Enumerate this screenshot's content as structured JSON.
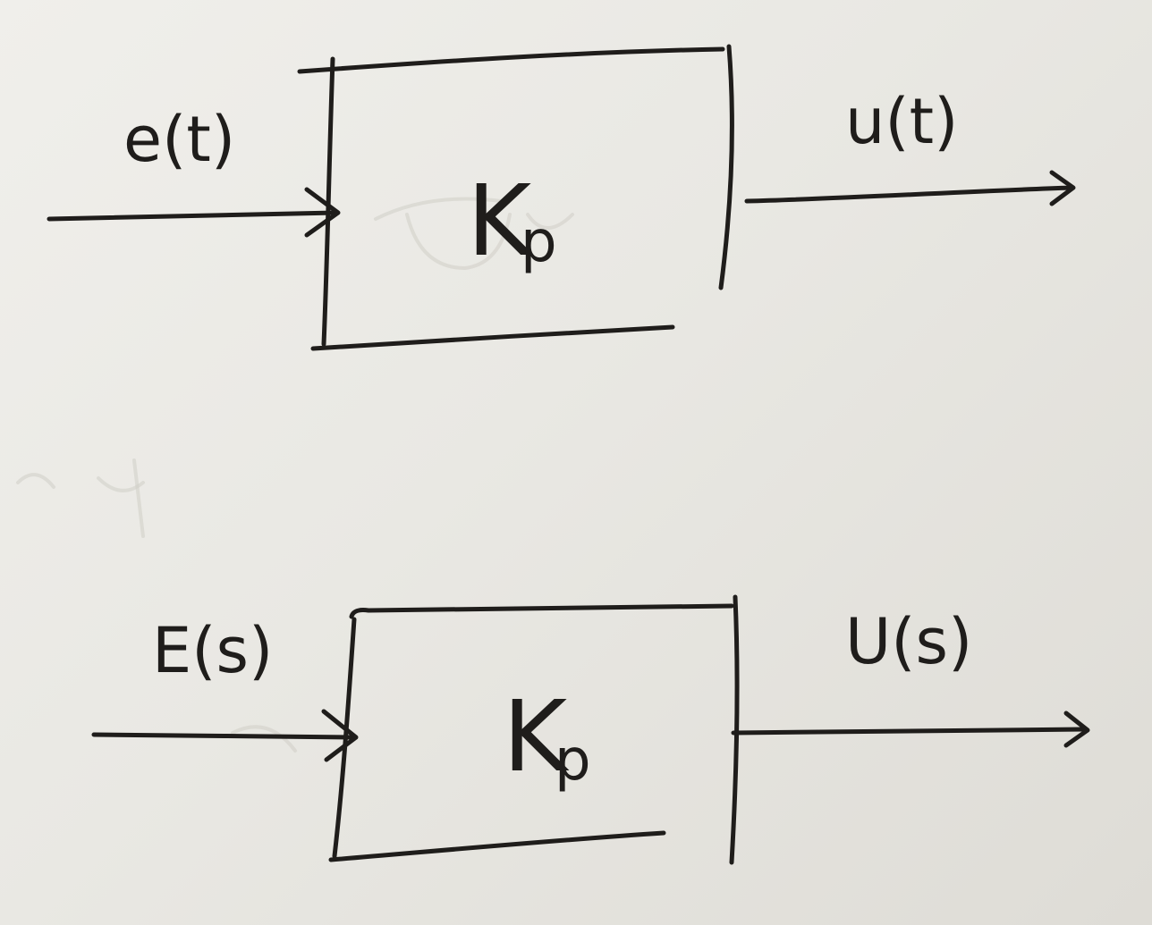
{
  "diagrams": [
    {
      "input_label": "e(t)",
      "output_label": "u(t)",
      "gain_symbol": "K",
      "gain_subscript": "p"
    },
    {
      "input_label": "E(s)",
      "output_label": "U(s)",
      "gain_symbol": "K",
      "gain_subscript": "p"
    }
  ]
}
